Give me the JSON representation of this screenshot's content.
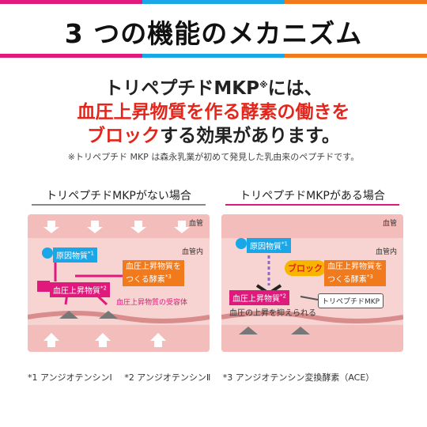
{
  "title": "3 つの機能のメカニズム",
  "colors": {
    "pink": "#e0197d",
    "blue": "#1aa7e8",
    "orange": "#f07a1c",
    "red": "#e2261c"
  },
  "headline": {
    "line1_prefix": "トリペプチドMKP",
    "line1_sup": "※",
    "line1_suffix": "には、",
    "line2": "血圧上昇物質を作る酵素の働きを",
    "line3_red": "ブロック",
    "line3_rest": "する効果があります。"
  },
  "note": "※トリペプチド MKP は森永乳業が初めて発見した乳由来のペプチドです。",
  "left_panel": {
    "title": "トリペプチドMKPがない場合",
    "vessel": "血管",
    "vessel_inner": "血管内",
    "cause_substance": "原因物質",
    "cause_sup": "*1",
    "enzyme_line1": "血圧上昇物質を",
    "enzyme_line2": "つくる酵素",
    "enzyme_sup": "*3",
    "raising_substance": "血圧上昇物質",
    "raising_sup": "*2",
    "receptor": "血圧上昇物質の受容体"
  },
  "right_panel": {
    "title": "トリペプチドMKPがある場合",
    "vessel": "血管",
    "vessel_inner": "血管内",
    "cause_substance": "原因物質",
    "cause_sup": "*1",
    "block": "ブロック",
    "enzyme_line1": "血圧上昇物質を",
    "enzyme_line2": "つくる酵素",
    "enzyme_sup": "*3",
    "raising_substance": "血圧上昇物質",
    "raising_sup": "*2",
    "suppressed": "血圧の上昇を抑えられる",
    "mkp_label": "トリペプチドMKP"
  },
  "footnotes": [
    "*1 アンジオテンシンⅠ",
    "*2 アンジオテンシンⅡ",
    "*3 アンジオテンシン変換酵素（ACE）"
  ]
}
